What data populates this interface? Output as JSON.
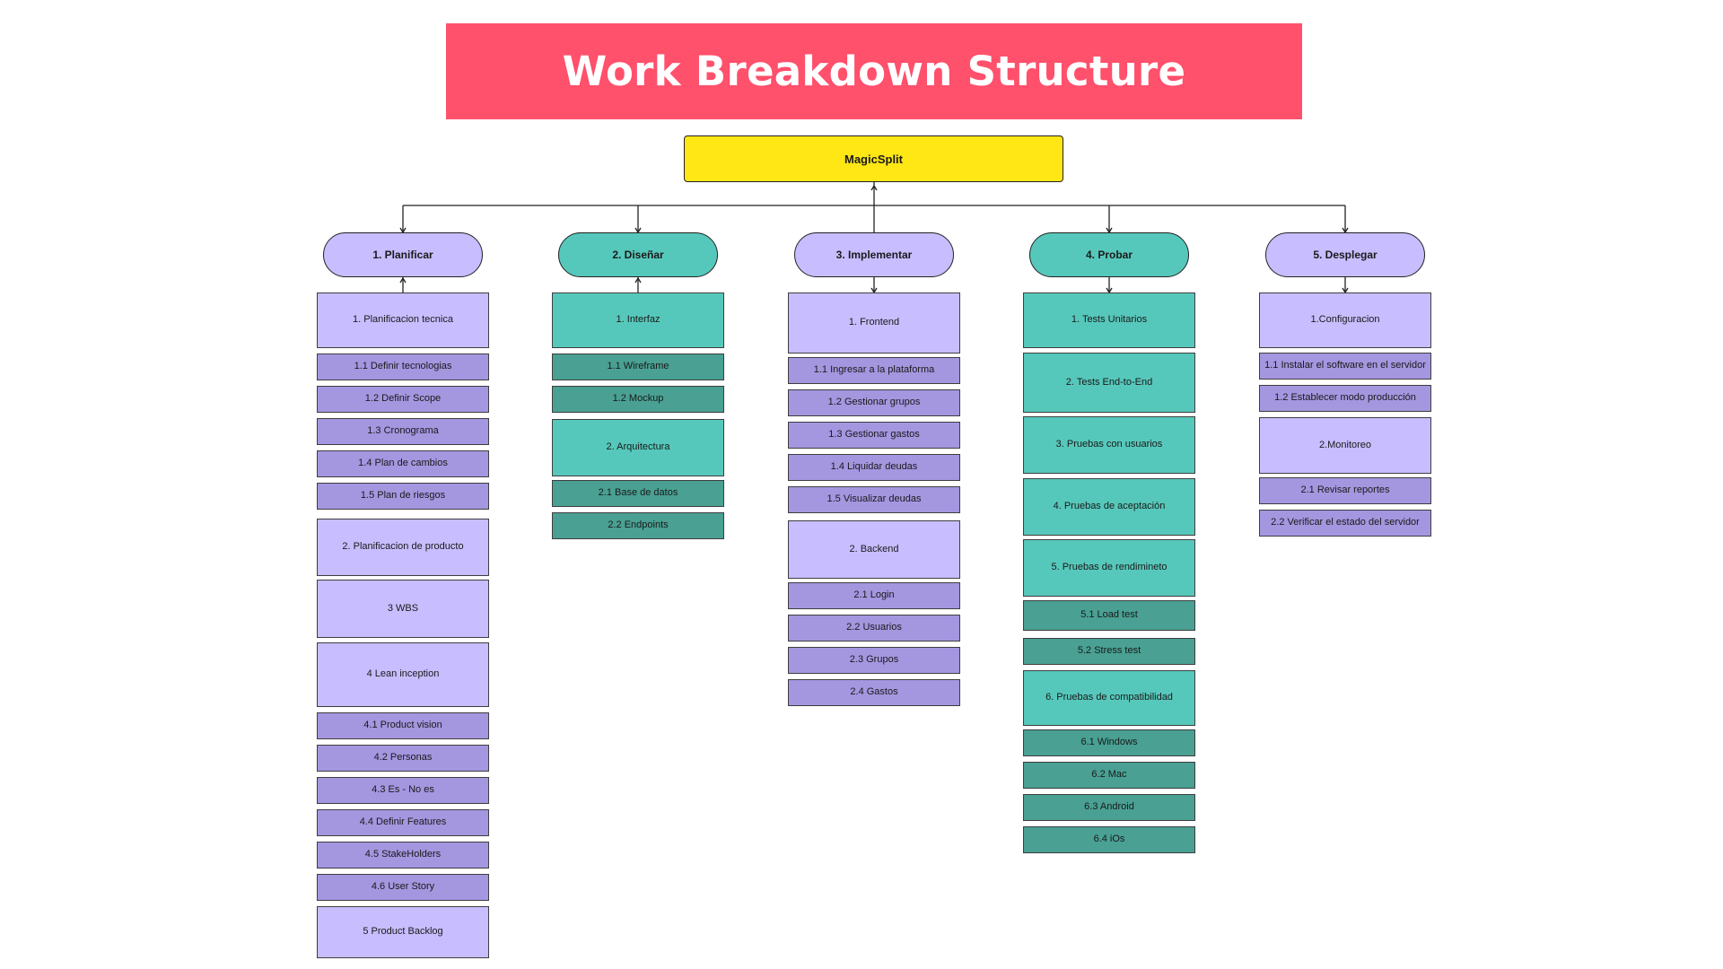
{
  "title": "Work Breakdown Structure",
  "root": "MagicSplit",
  "colors": {
    "banner": "#ff506c",
    "root": "#ffe615",
    "purple_main": "#c8bdff",
    "purple_sub": "#a596e0",
    "teal_main": "#56c8bb",
    "teal_sub": "#49a093"
  },
  "phases": [
    {
      "label": "1. Planificar",
      "color": "purple",
      "items": [
        {
          "label": "1. Planificacion tecnica",
          "level": "main"
        },
        {
          "label": "1.1 Definir tecnologias",
          "level": "sub"
        },
        {
          "label": "1.2 Definir Scope",
          "level": "sub"
        },
        {
          "label": "1.3 Cronograma",
          "level": "sub"
        },
        {
          "label": "1.4 Plan de cambios",
          "level": "sub"
        },
        {
          "label": "1.5 Plan de riesgos",
          "level": "sub"
        },
        {
          "label": "2. Planificacion de producto",
          "level": "main"
        },
        {
          "label": "3 WBS",
          "level": "main"
        },
        {
          "label": "4 Lean inception",
          "level": "main"
        },
        {
          "label": "4.1 Product vision",
          "level": "sub"
        },
        {
          "label": "4.2 Personas",
          "level": "sub"
        },
        {
          "label": "4.3 Es - No es",
          "level": "sub"
        },
        {
          "label": "4.4 Definir Features",
          "level": "sub"
        },
        {
          "label": "4.5 StakeHolders",
          "level": "sub"
        },
        {
          "label": "4.6 User Story",
          "level": "sub"
        },
        {
          "label": "5 Product Backlog",
          "level": "main"
        }
      ]
    },
    {
      "label": "2. Diseñar",
      "color": "teal",
      "items": [
        {
          "label": "1. Interfaz",
          "level": "main"
        },
        {
          "label": "1.1 Wireframe",
          "level": "sub"
        },
        {
          "label": "1.2 Mockup",
          "level": "sub"
        },
        {
          "label": "2. Arquitectura",
          "level": "main"
        },
        {
          "label": "2.1 Base de datos",
          "level": "sub"
        },
        {
          "label": "2.2 Endpoints",
          "level": "sub"
        }
      ]
    },
    {
      "label": "3. Implementar",
      "color": "purple",
      "items": [
        {
          "label": "1. Frontend",
          "level": "main"
        },
        {
          "label": "1.1 Ingresar a la plataforma",
          "level": "sub"
        },
        {
          "label": "1.2 Gestionar grupos",
          "level": "sub"
        },
        {
          "label": "1.3 Gestionar gastos",
          "level": "sub"
        },
        {
          "label": "1.4 Liquidar deudas",
          "level": "sub"
        },
        {
          "label": "1.5 Visualizar deudas",
          "level": "sub"
        },
        {
          "label": "2. Backend",
          "level": "main"
        },
        {
          "label": "2.1 Login",
          "level": "sub"
        },
        {
          "label": "2.2 Usuarios",
          "level": "sub"
        },
        {
          "label": "2.3 Grupos",
          "level": "sub"
        },
        {
          "label": "2.4 Gastos",
          "level": "sub"
        }
      ]
    },
    {
      "label": "4. Probar",
      "color": "teal",
      "items": [
        {
          "label": "1. Tests Unitarios",
          "level": "main"
        },
        {
          "label": "2. Tests End-to-End",
          "level": "main"
        },
        {
          "label": "3. Pruebas con usuarios",
          "level": "main"
        },
        {
          "label": "4. Pruebas de aceptación",
          "level": "main"
        },
        {
          "label": "5. Pruebas de rendimineto",
          "level": "main"
        },
        {
          "label": "5.1 Load test",
          "level": "sub"
        },
        {
          "label": "5.2 Stress test",
          "level": "sub"
        },
        {
          "label": "6. Pruebas de compatibilidad",
          "level": "main"
        },
        {
          "label": "6.1 Windows",
          "level": "sub"
        },
        {
          "label": "6.2 Mac",
          "level": "sub"
        },
        {
          "label": "6.3 Android",
          "level": "sub"
        },
        {
          "label": "6.4 iOs",
          "level": "sub"
        }
      ]
    },
    {
      "label": "5. Desplegar",
      "color": "purple",
      "items": [
        {
          "label": "1.Configuracion",
          "level": "main"
        },
        {
          "label": "1.1 Instalar el software en el servidor",
          "level": "sub"
        },
        {
          "label": "1.2 Establecer modo producción",
          "level": "sub"
        },
        {
          "label": "2.Monitoreo",
          "level": "main"
        },
        {
          "label": "2.1 Revisar reportes",
          "level": "sub"
        },
        {
          "label": "2.2 Verificar el estado del servidor",
          "level": "sub"
        }
      ]
    }
  ]
}
